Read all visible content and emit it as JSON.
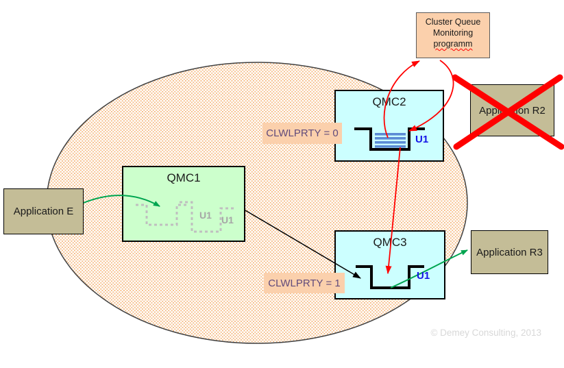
{
  "colors": {
    "stipple": "#F6BA81",
    "ellipse-stroke": "#404040",
    "peach": "#FBD0AC",
    "peach-border": "#5A5A5A",
    "cyan": "#CCFFFF",
    "green-box": "#CCFFCC",
    "tan": "#C4BD97",
    "red": "#FF0000",
    "green": "#00A550",
    "blue-text": "#1414E6",
    "bar-blue": "#5B8BD5",
    "gray-dash": "#BFBFBF",
    "gray-text": "#A6A6A6",
    "purple-text": "#604A7B",
    "copyright-gray": "#D8D8D8"
  },
  "monitoring_box": {
    "lines": [
      "Cluster Queue",
      "Monitoring",
      "programm"
    ]
  },
  "queue_managers": {
    "qmc1": {
      "label": "QMC1",
      "queue_units": [
        "U1",
        "U1"
      ]
    },
    "qmc2": {
      "label": "QMC2",
      "queue_unit": "U1",
      "priority_label": "CLWLPRTY = 0"
    },
    "qmc3": {
      "label": "QMC3",
      "queue_unit": "U1",
      "priority_label": "CLWLPRTY = 1"
    }
  },
  "applications": {
    "app_e": {
      "label": "Application E"
    },
    "app_r2": {
      "label": "Application R2",
      "crossed_out": true
    },
    "app_r3": {
      "label": "Application R3"
    }
  },
  "footer": {
    "copyright": "© Demey Consulting, 2013"
  }
}
